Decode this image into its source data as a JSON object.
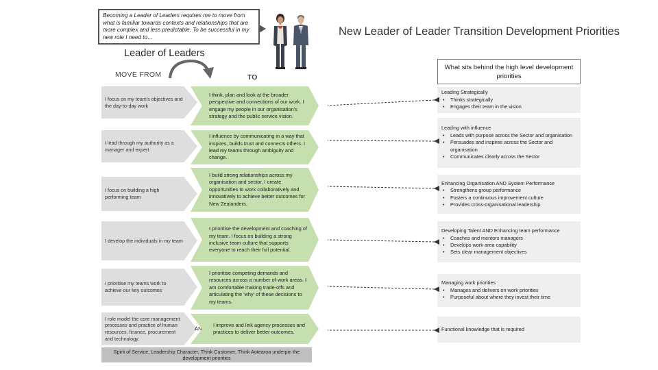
{
  "callout": {
    "text": "Becoming a Leader of Leaders requires me to move from what is familiar towards contexts and relationships that are more complex and less predictable. To be successful in my new role I need to…"
  },
  "slide_title": "New Leader of Leader Transition Development Priorities",
  "section_title": "Leader of Leaders",
  "move_from_label": "MOVE FROM",
  "to_label": "TO",
  "rows": [
    {
      "from": "I focus on my team's objectives and the day-to-day work",
      "to": "I think, plan and look at the broader perspective and connections of our work. I engage my people in our organisation's strategy and the public service vision."
    },
    {
      "from": "I lead through my authority as a manager and expert",
      "to": "I influence by communicating in a way that inspires, builds trust and connects others. I lead my teams through ambiguity and change."
    },
    {
      "from": "I focus on building a high performing team",
      "to": "I build strong relationships across my organisation and sector. I create opportunities to work collaboratively and innovatively to achieve better outcomes for New Zealanders."
    },
    {
      "from": "I develop the individuals in my team",
      "to": "I prioritise the development and coaching of my team. I focus on building a strong inclusive team culture that supports everyone to reach their full potential."
    },
    {
      "from": "I prioritise my teams work to achieve our key outcomes",
      "to": "I prioritise competing demands and resources across a number of work areas. I am comfortable making trade-offs and articulating the 'why' of these decisions to my teams."
    },
    {
      "from": "I role model the core management processes and practice of human resources, finance, procurement and technology.",
      "to": "I improve and link agency processes and practices to deliver better outcomes.",
      "connector": "AND"
    }
  ],
  "footer": "Spirit of Service, Leadership Character, Think Customer, Think Aotearoa underpin the development priorities",
  "priorities_header": "What sits behind the high level development priorities",
  "priorities": [
    {
      "title": "Leading Strategically",
      "bullets": [
        "Thinks strategically",
        "Engages their team in the vision"
      ]
    },
    {
      "title": "Leading with influence",
      "bullets": [
        "Leads with purpose across the Sector and organisation",
        "Persuades and inspires across the Sector and organisation",
        "Communicates clearly across the Sector"
      ]
    },
    {
      "title": "Enhancing Organisation AND System Performance",
      "bullets": [
        "Strengthens group performance",
        "Fosters a continuous improvement culture",
        "Provides cross-organisational leadership"
      ]
    },
    {
      "title": "Developing Talent AND Enhancing team performance",
      "bullets": [
        "Coaches and mentors managers",
        "Develops work area capability",
        "Sets clear management objectives"
      ]
    },
    {
      "title": "Managing work priorities",
      "bullets": [
        "Manages and delivers on work priorities",
        "Purposeful about where they invest their time"
      ]
    },
    {
      "title": "Functional knowledge that is required",
      "bullets": []
    }
  ],
  "colors": {
    "from_box": "#dedede",
    "to_box": "#c5dfae",
    "priority_box": "#efefef",
    "footer_bar": "#bfbfbf"
  }
}
